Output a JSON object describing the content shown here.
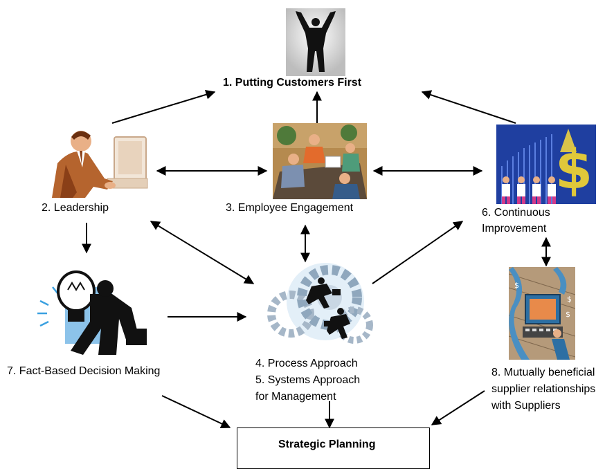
{
  "nodes": {
    "customers": "1. Putting Customers First",
    "leadership": "2. Leadership",
    "engagement": "3. Employee Engagement",
    "process": "4. Process Approach",
    "systems": "5. Systems Approach",
    "management": "for Management",
    "continuous_1": "6. Continuous",
    "continuous_2": "Improvement",
    "fact": "7. Fact-Based Decision Making",
    "supplier_1": "8. Mutually beneficial",
    "supplier_2": "supplier relationships",
    "supplier_3": "with Suppliers",
    "planning": "Strategic Planning"
  },
  "icons": {
    "customers": "person-arms-raised-icon",
    "leadership": "businessman-at-computer-icon",
    "engagement": "team-meeting-icon",
    "improvement": "rising-bar-chart-dollar-icon",
    "fact": "lightbulb-idea-icon",
    "process": "gears-running-people-icon",
    "supplier": "supplier-computer-icon"
  }
}
